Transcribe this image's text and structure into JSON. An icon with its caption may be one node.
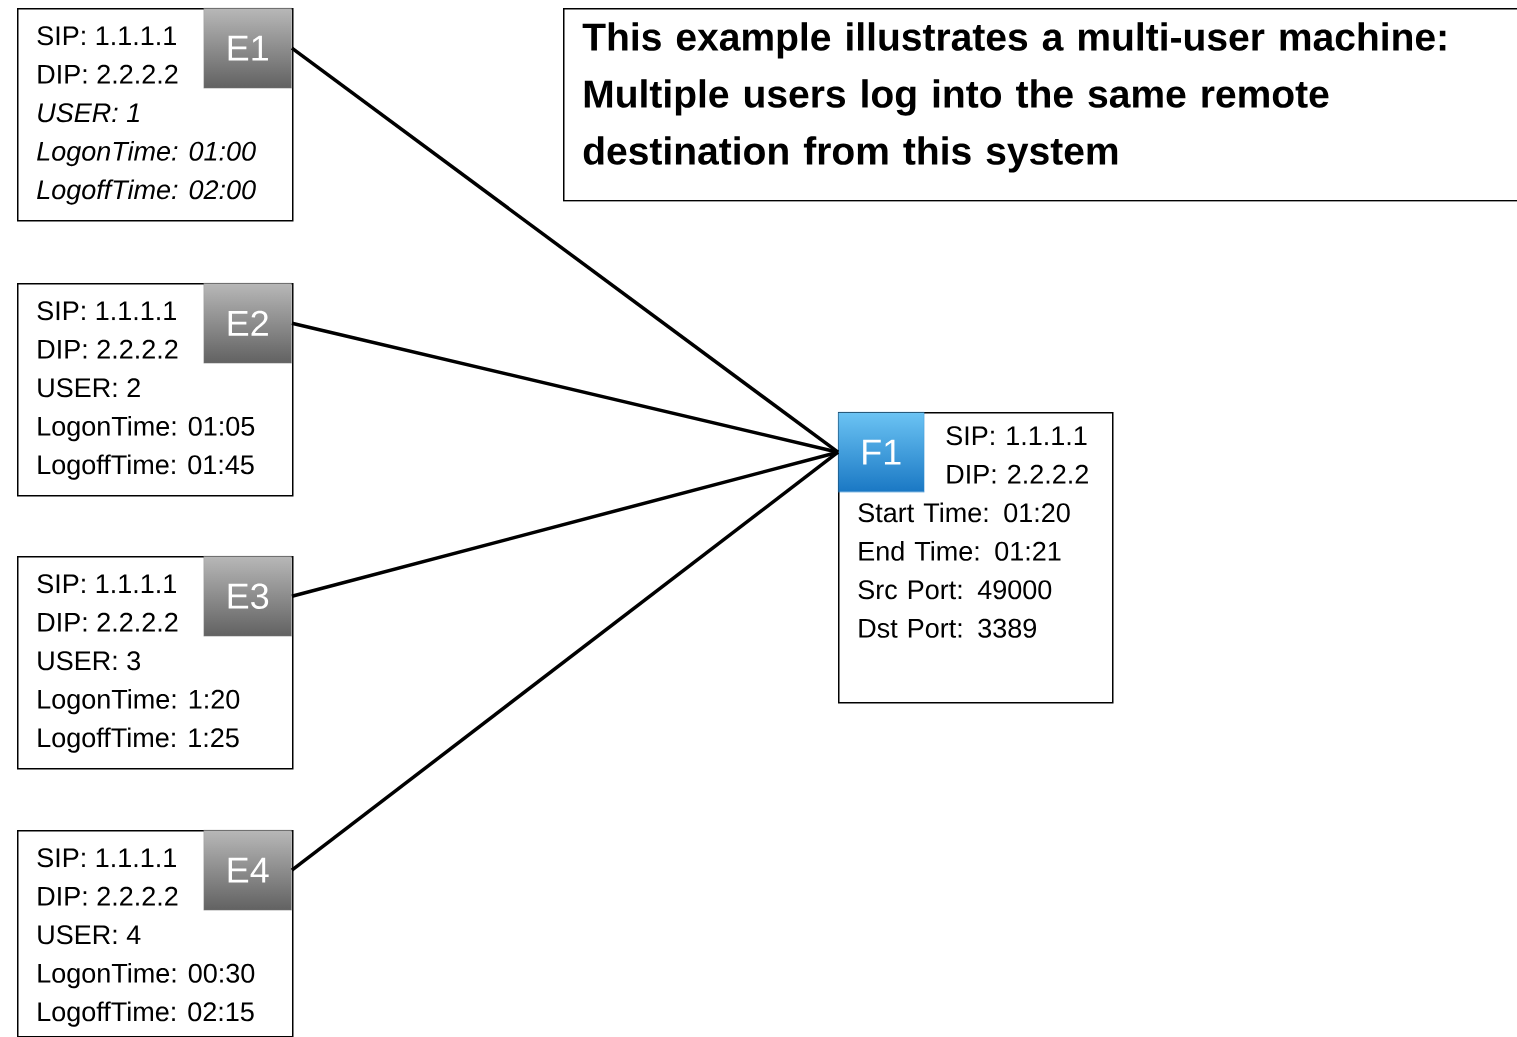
{
  "diagram": {
    "nodes": [
      {
        "text": [
          "This example illustrates a multi-user machine: Multiple users log into the same remote destination from this system"
        ]
      },
      {
        "text": [
          "SIP: 1.1.1.1",
          "DIP: 2.2.2.2",
          "*USER: 1*",
          "*LogonTime: 01:00*",
          "*LogoffTime: 02:00*"
        ]
      },
      {
        "text": [
          "E1"
        ],
        "in": 1
      },
      {
        "text": [
          "SIP: 1.1.1.1",
          "DIP: 2.2.2.2",
          "USER: 2",
          "LogonTime: 01:05",
          "LogoffTime: 01:45"
        ]
      },
      {
        "text": [
          "E2"
        ],
        "in": 3
      },
      {
        "text": [
          "SIP: 1.1.1.1",
          "DIP: 2.2.2.2",
          "USER: 3",
          "LogonTime: 1:20",
          "LogoffTime: 1:25"
        ]
      },
      {
        "text": [
          "E3"
        ],
        "in": 5
      },
      {
        "text": [
          "SIP: 1.1.1.1",
          "DIP: 2.2.2.2",
          "USER: 4",
          "LogonTime: 00:30",
          "LogoffTime: 02:15"
        ]
      },
      {
        "text": [
          "E4"
        ],
        "in": 7
      },
      {
        "text": [
          "SIP: 1.1.1.1",
          "DIP: 2.2.2.2",
          "Start Time: 01:20",
          "End Time: 01:21",
          "Src Port: 49000",
          "Dst Port: 3389"
        ]
      },
      {
        "text": [
          "F1"
        ],
        "in": 9
      }
    ],
    "edges": [
      {
        "from": 2,
        "to": 10,
        "arrow": "none"
      },
      {
        "from": 4,
        "to": 10,
        "arrow": "none"
      },
      {
        "from": 6,
        "to": 10,
        "arrow": "none"
      },
      {
        "from": 8,
        "to": 10,
        "arrow": "none"
      }
    ]
  }
}
